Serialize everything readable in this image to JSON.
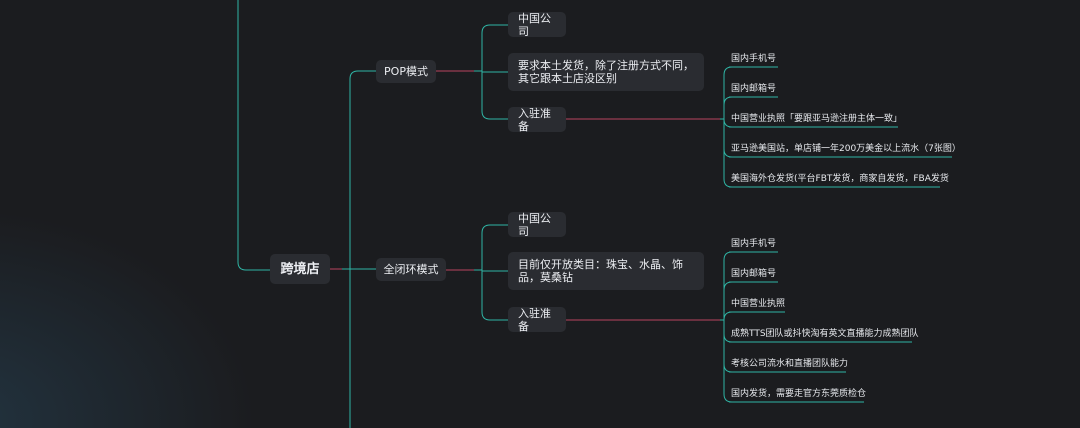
{
  "mindmap": {
    "root": "跨境店",
    "branches": [
      {
        "label": "POP模式",
        "topics": [
          {
            "label": "中国公司"
          },
          {
            "label": "要求本土发货，除了注册方式不同，其它跟本土店没区别"
          },
          {
            "label": "入驻准备",
            "leaves": [
              "国内手机号",
              "国内邮箱号",
              "中国营业执照「要跟亚马逊注册主体一致」",
              "亚马逊美国站，单店铺一年200万美金以上流水（7张图）",
              "美国海外仓发货(平台FBT发货，商家自发货，FBA发货"
            ]
          }
        ]
      },
      {
        "label": "全闭环模式",
        "topics": [
          {
            "label": "中国公司"
          },
          {
            "label": "目前仅开放类目：珠宝、水晶、饰品，莫桑钻"
          },
          {
            "label": "入驻准备",
            "leaves": [
              "国内手机号",
              "国内邮箱号",
              "中国营业执照",
              "成熟TTS团队或抖快淘有英文直播能力成熟团队",
              "考核公司流水和直播团队能力",
              "国内发货，需要走官方东莞质检仓"
            ]
          }
        ]
      }
    ]
  },
  "colors": {
    "background": "#1b1c1f",
    "node": "#2a2c31",
    "text": "#eceef2",
    "link_teal": "#2fb5a5",
    "link_pink": "#b8455f"
  }
}
